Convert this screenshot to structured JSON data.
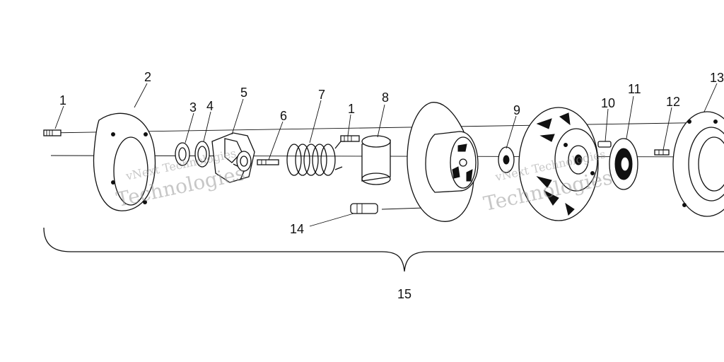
{
  "diagram": {
    "callouts": [
      {
        "id": "c1a",
        "label": "1"
      },
      {
        "id": "c2",
        "label": "2"
      },
      {
        "id": "c3",
        "label": "3"
      },
      {
        "id": "c4",
        "label": "4"
      },
      {
        "id": "c5",
        "label": "5"
      },
      {
        "id": "c6",
        "label": "6"
      },
      {
        "id": "c7",
        "label": "7"
      },
      {
        "id": "c1b",
        "label": "1"
      },
      {
        "id": "c8",
        "label": "8"
      },
      {
        "id": "c9",
        "label": "9"
      },
      {
        "id": "c10",
        "label": "10"
      },
      {
        "id": "c11",
        "label": "11"
      },
      {
        "id": "c12",
        "label": "12"
      },
      {
        "id": "c13",
        "label": "13"
      },
      {
        "id": "c14",
        "label": "14"
      },
      {
        "id": "c15",
        "label": "15"
      }
    ],
    "watermarks": [
      {
        "id": "wm1",
        "line1": "vNext Technologies",
        "line2": "Technologies"
      },
      {
        "id": "wm2",
        "line1": "vNext Technologies",
        "line2": "Technologies"
      }
    ]
  },
  "colors": {
    "line": "#111111",
    "background": "#ffffff",
    "watermark": "#9a9a9a"
  }
}
